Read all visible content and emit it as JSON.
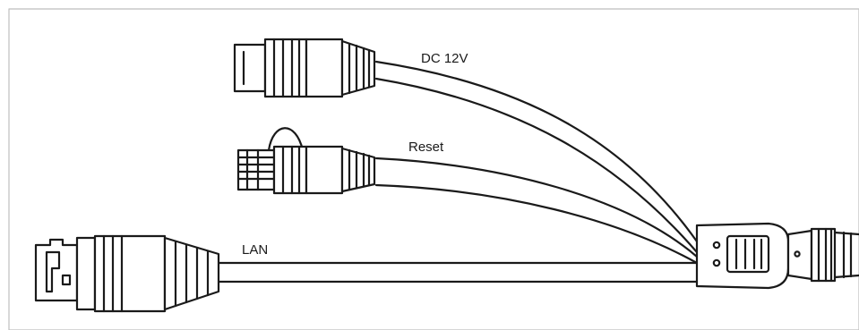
{
  "labels": {
    "dc": "DC 12V",
    "reset": "Reset",
    "lan": "LAN"
  },
  "colors": {
    "stroke": "#1a1a1a",
    "fill": "#ffffff",
    "border": "#bdbdbd"
  }
}
